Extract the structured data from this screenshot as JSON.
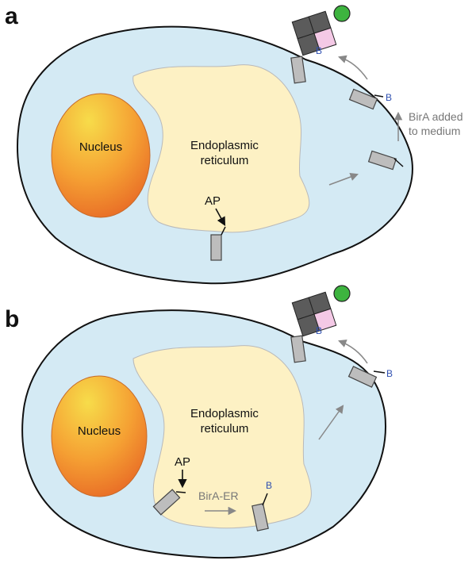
{
  "panel_a": {
    "letter": "a",
    "nucleus_label": "Nucleus",
    "er_label_line1": "Endoplasmic",
    "er_label_line2": "reticulum",
    "ap_label": "AP",
    "biotin_label": "B",
    "bira_note_line1": "BirA added",
    "bira_note_line2": "to medium"
  },
  "panel_b": {
    "letter": "b",
    "nucleus_label": "Nucleus",
    "er_label_line1": "Endoplasmic",
    "er_label_line2": "reticulum",
    "ap_label": "AP",
    "biotin_label": "B",
    "bira_er_label": "BirA-ER"
  },
  "colors": {
    "cytoplasm": "#d4eaf4",
    "er": "#fdf1c4",
    "nucleus_inner": "#f7dc4a",
    "nucleus_outer": "#ec6a26",
    "receptor": "#bdbdbd",
    "streptavidin": "#5b5b5b",
    "biotin_pocket": "#f4c9e6",
    "ligand": "#3db43f",
    "arrow_gray": "#888888"
  }
}
